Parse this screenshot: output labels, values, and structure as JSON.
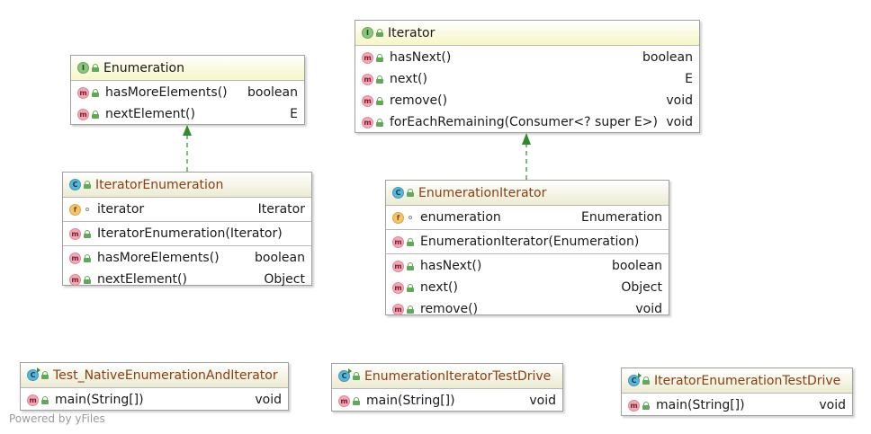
{
  "classes": {
    "enumeration": {
      "kind": "I",
      "name": "Enumeration",
      "methods": [
        {
          "name": "hasMoreElements()",
          "type": "boolean"
        },
        {
          "name": "nextElement()",
          "type": "E"
        }
      ]
    },
    "iterator": {
      "kind": "I",
      "name": "Iterator",
      "methods": [
        {
          "name": "hasNext()",
          "type": "boolean"
        },
        {
          "name": "next()",
          "type": "E"
        },
        {
          "name": "remove()",
          "type": "void"
        },
        {
          "name": "forEachRemaining(Consumer<? super E>)",
          "type": "void"
        }
      ]
    },
    "iterator_enumeration": {
      "kind": "C",
      "name": "IteratorEnumeration",
      "fields": [
        {
          "name": "iterator",
          "type": "Iterator"
        }
      ],
      "constructors": [
        {
          "name": "IteratorEnumeration(Iterator)",
          "type": ""
        }
      ],
      "methods": [
        {
          "name": "hasMoreElements()",
          "type": "boolean"
        },
        {
          "name": "nextElement()",
          "type": "Object"
        }
      ]
    },
    "enumeration_iterator": {
      "kind": "C",
      "name": "EnumerationIterator",
      "fields": [
        {
          "name": "enumeration",
          "type": "Enumeration"
        }
      ],
      "constructors": [
        {
          "name": "EnumerationIterator(Enumeration)",
          "type": ""
        }
      ],
      "methods": [
        {
          "name": "hasNext()",
          "type": "boolean"
        },
        {
          "name": "next()",
          "type": "Object"
        },
        {
          "name": "remove()",
          "type": "void"
        }
      ]
    },
    "test_native": {
      "kind": "C",
      "name": "Test_NativeEnumerationAndIterator",
      "methods": [
        {
          "name": "main(String[])",
          "type": "void"
        }
      ]
    },
    "enum_iter_test_drive": {
      "kind": "C",
      "name": "EnumerationIteratorTestDrive",
      "methods": [
        {
          "name": "main(String[])",
          "type": "void"
        }
      ]
    },
    "iter_enum_test_drive": {
      "kind": "C",
      "name": "IteratorEnumerationTestDrive",
      "methods": [
        {
          "name": "main(String[])",
          "type": "void"
        }
      ]
    }
  },
  "relations": [
    {
      "from": "IteratorEnumeration",
      "to": "Enumeration",
      "type": "implements"
    },
    {
      "from": "EnumerationIterator",
      "to": "Iterator",
      "type": "implements"
    }
  ],
  "colors": {
    "interface_header": "#f6f6c6",
    "class_header": "#ecebd2",
    "arrow": "#2e8b2e",
    "class_name": "#8b3e12"
  },
  "footer": "Powered by yFiles"
}
